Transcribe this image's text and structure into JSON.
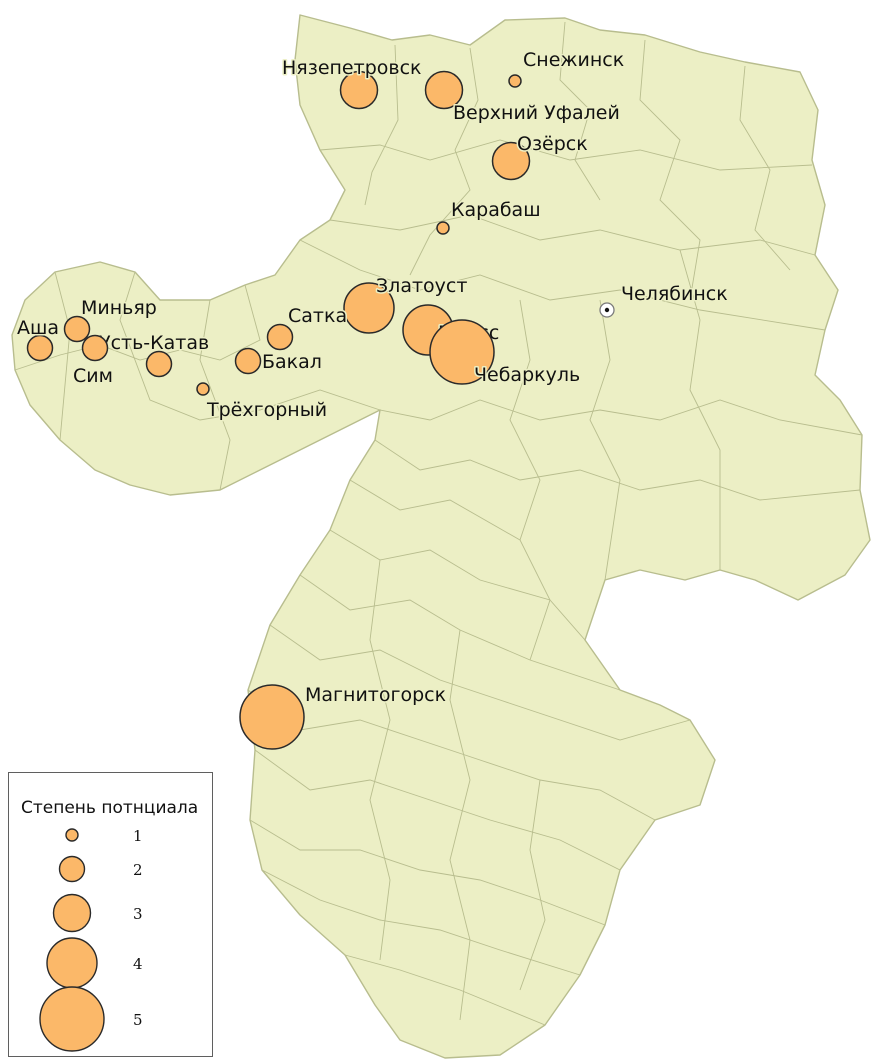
{
  "map": {
    "colors": {
      "land": "#ecefc5",
      "border": "#b8bd8e",
      "marker_fill": "#fbb869",
      "marker_stroke": "#2a2a2a"
    },
    "capital": {
      "name": "Челябинск"
    },
    "cities": [
      {
        "name": "Нязепетровск",
        "potential": 3
      },
      {
        "name": "Верхний Уфалей",
        "potential": 3
      },
      {
        "name": "Снежинск",
        "potential": 1
      },
      {
        "name": "Озёрск",
        "potential": 3
      },
      {
        "name": "Карабаш",
        "potential": 1
      },
      {
        "name": "Златоуст",
        "potential": 4
      },
      {
        "name": "Миасс",
        "potential": 4
      },
      {
        "name": "Чебаркуль",
        "potential": 5
      },
      {
        "name": "Сатка",
        "potential": 2
      },
      {
        "name": "Бакал",
        "potential": 2
      },
      {
        "name": "Трёхгорный",
        "potential": 1
      },
      {
        "name": "Усть-Катав",
        "potential": 2
      },
      {
        "name": "Миньяр",
        "potential": 2
      },
      {
        "name": "Аша",
        "potential": 2
      },
      {
        "name": "Сим",
        "potential": 2
      },
      {
        "name": "Магнитогорск",
        "potential": 5
      }
    ]
  },
  "legend": {
    "title": "Степень потнциала",
    "items": [
      {
        "label": "1",
        "value": 1
      },
      {
        "label": "2",
        "value": 2
      },
      {
        "label": "3",
        "value": 3
      },
      {
        "label": "4",
        "value": 4
      },
      {
        "label": "5",
        "value": 5
      }
    ]
  }
}
